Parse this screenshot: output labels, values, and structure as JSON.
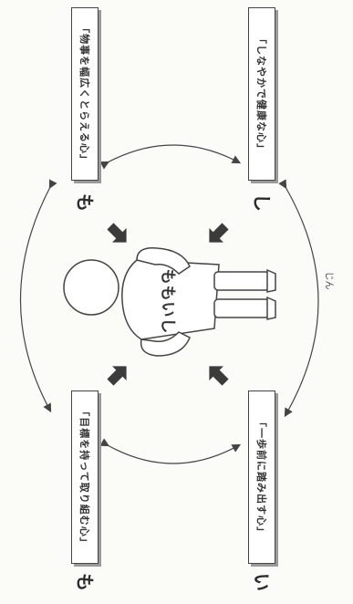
{
  "items": [
    {
      "lead": "も",
      "text": "「物事を幅広くとらえる心」"
    },
    {
      "lead": "し",
      "text": "「しなやかで健康な心」"
    },
    {
      "lead": "も",
      "text": "「目標を持って取り組む心」"
    },
    {
      "lead": "い",
      "text": "「一歩前に踏み出す心」"
    }
  ],
  "center": {
    "label": "ももいし"
  },
  "note": {
    "furigana": "じん"
  },
  "colors": {
    "box_border": "#444444",
    "shadow": "#9a9a9a",
    "arrow": "#444444"
  }
}
